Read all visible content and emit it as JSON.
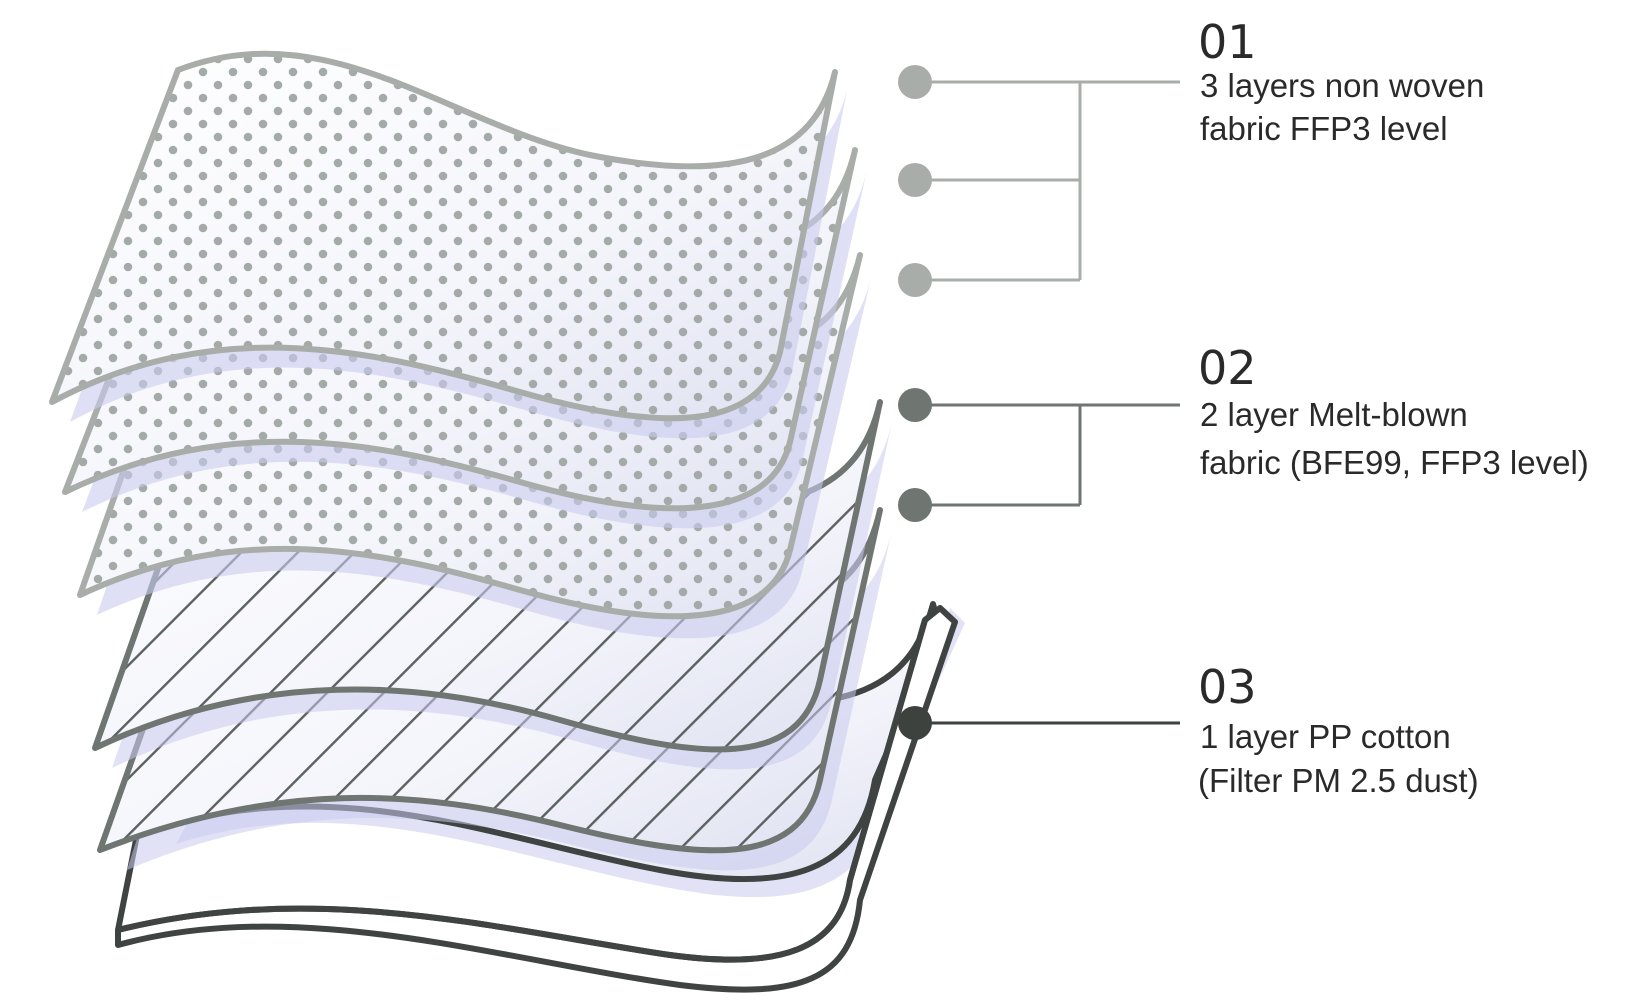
{
  "diagram": {
    "callouts": [
      {
        "number": "01",
        "line1": "3 layers non woven",
        "line2": "fabric FFP3 level",
        "color": "#a9ada9"
      },
      {
        "number": "02",
        "line1": "2 layer Melt-blown",
        "line2": "fabric (BFE99, FFP3 level)",
        "color": "#6f7571"
      },
      {
        "number": "03",
        "line1": "1 layer PP cotton",
        "line2": "(Filter PM 2.5 dust)",
        "color": "#3d423f"
      }
    ],
    "layers": [
      {
        "pattern": "dots"
      },
      {
        "pattern": "dots"
      },
      {
        "pattern": "dots"
      },
      {
        "pattern": "stripes"
      },
      {
        "pattern": "stripes"
      },
      {
        "pattern": "plain"
      }
    ],
    "colors": {
      "shadow": "#c9cbee",
      "sheet_fill": "#f6f7fc",
      "dot": "#a4aaa7",
      "stripe": "#5b6160"
    }
  }
}
